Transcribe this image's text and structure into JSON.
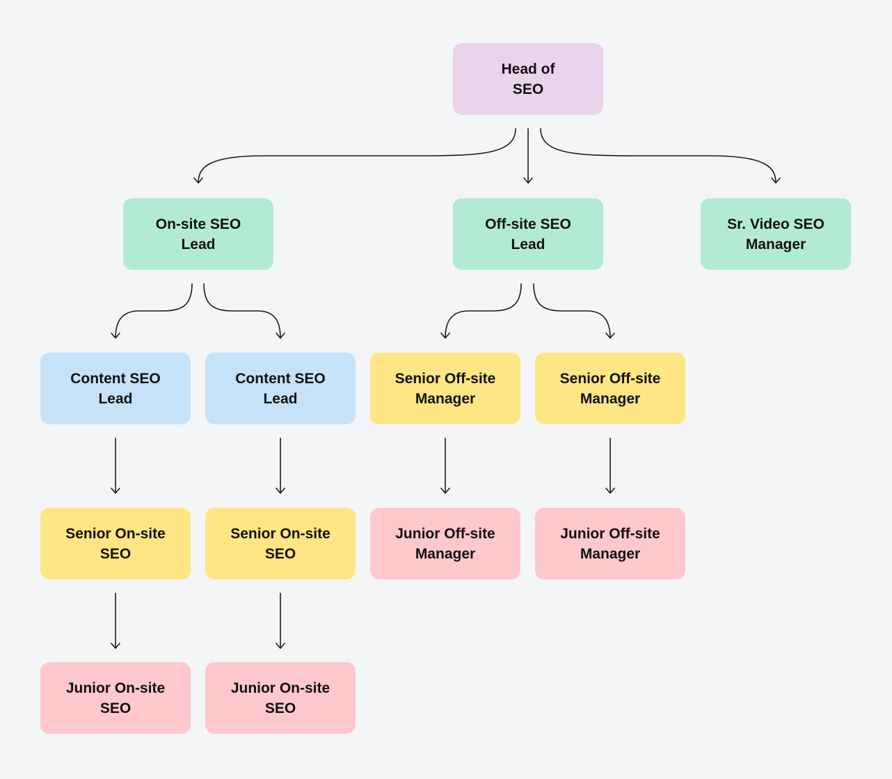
{
  "colors": {
    "background": "#f4f5f7",
    "head": "#ead3ec",
    "lead": "#b3ead3",
    "content_lead": "#c6e2f8",
    "senior": "#fee684",
    "junior": "#fec8cc",
    "connector": "#1a1a1a"
  },
  "nodes": {
    "head_of_seo": "Head of SEO",
    "onsite_lead": "On-site SEO Lead",
    "offsite_lead": "Off-site SEO Lead",
    "video_manager": "Sr. Video SEO Manager",
    "content_lead_1": "Content SEO Lead",
    "content_lead_2": "Content SEO Lead",
    "senior_offsite_1": "Senior Off-site Manager",
    "senior_offsite_2": "Senior Off-site Manager",
    "senior_onsite_1": "Senior On-site SEO",
    "senior_onsite_2": "Senior On-site SEO",
    "junior_offsite_1": "Junior Off-site Manager",
    "junior_offsite_2": "Junior Off-site Manager",
    "junior_onsite_1": "Junior On-site SEO",
    "junior_onsite_2": "Junior On-site SEO"
  },
  "edges": [
    [
      "head_of_seo",
      "onsite_lead"
    ],
    [
      "head_of_seo",
      "offsite_lead"
    ],
    [
      "head_of_seo",
      "video_manager"
    ],
    [
      "onsite_lead",
      "content_lead_1"
    ],
    [
      "onsite_lead",
      "content_lead_2"
    ],
    [
      "offsite_lead",
      "senior_offsite_1"
    ],
    [
      "offsite_lead",
      "senior_offsite_2"
    ],
    [
      "content_lead_1",
      "senior_onsite_1"
    ],
    [
      "content_lead_2",
      "senior_onsite_2"
    ],
    [
      "senior_offsite_1",
      "junior_offsite_1"
    ],
    [
      "senior_offsite_2",
      "junior_offsite_2"
    ],
    [
      "senior_onsite_1",
      "junior_onsite_1"
    ],
    [
      "senior_onsite_2",
      "junior_onsite_2"
    ]
  ]
}
